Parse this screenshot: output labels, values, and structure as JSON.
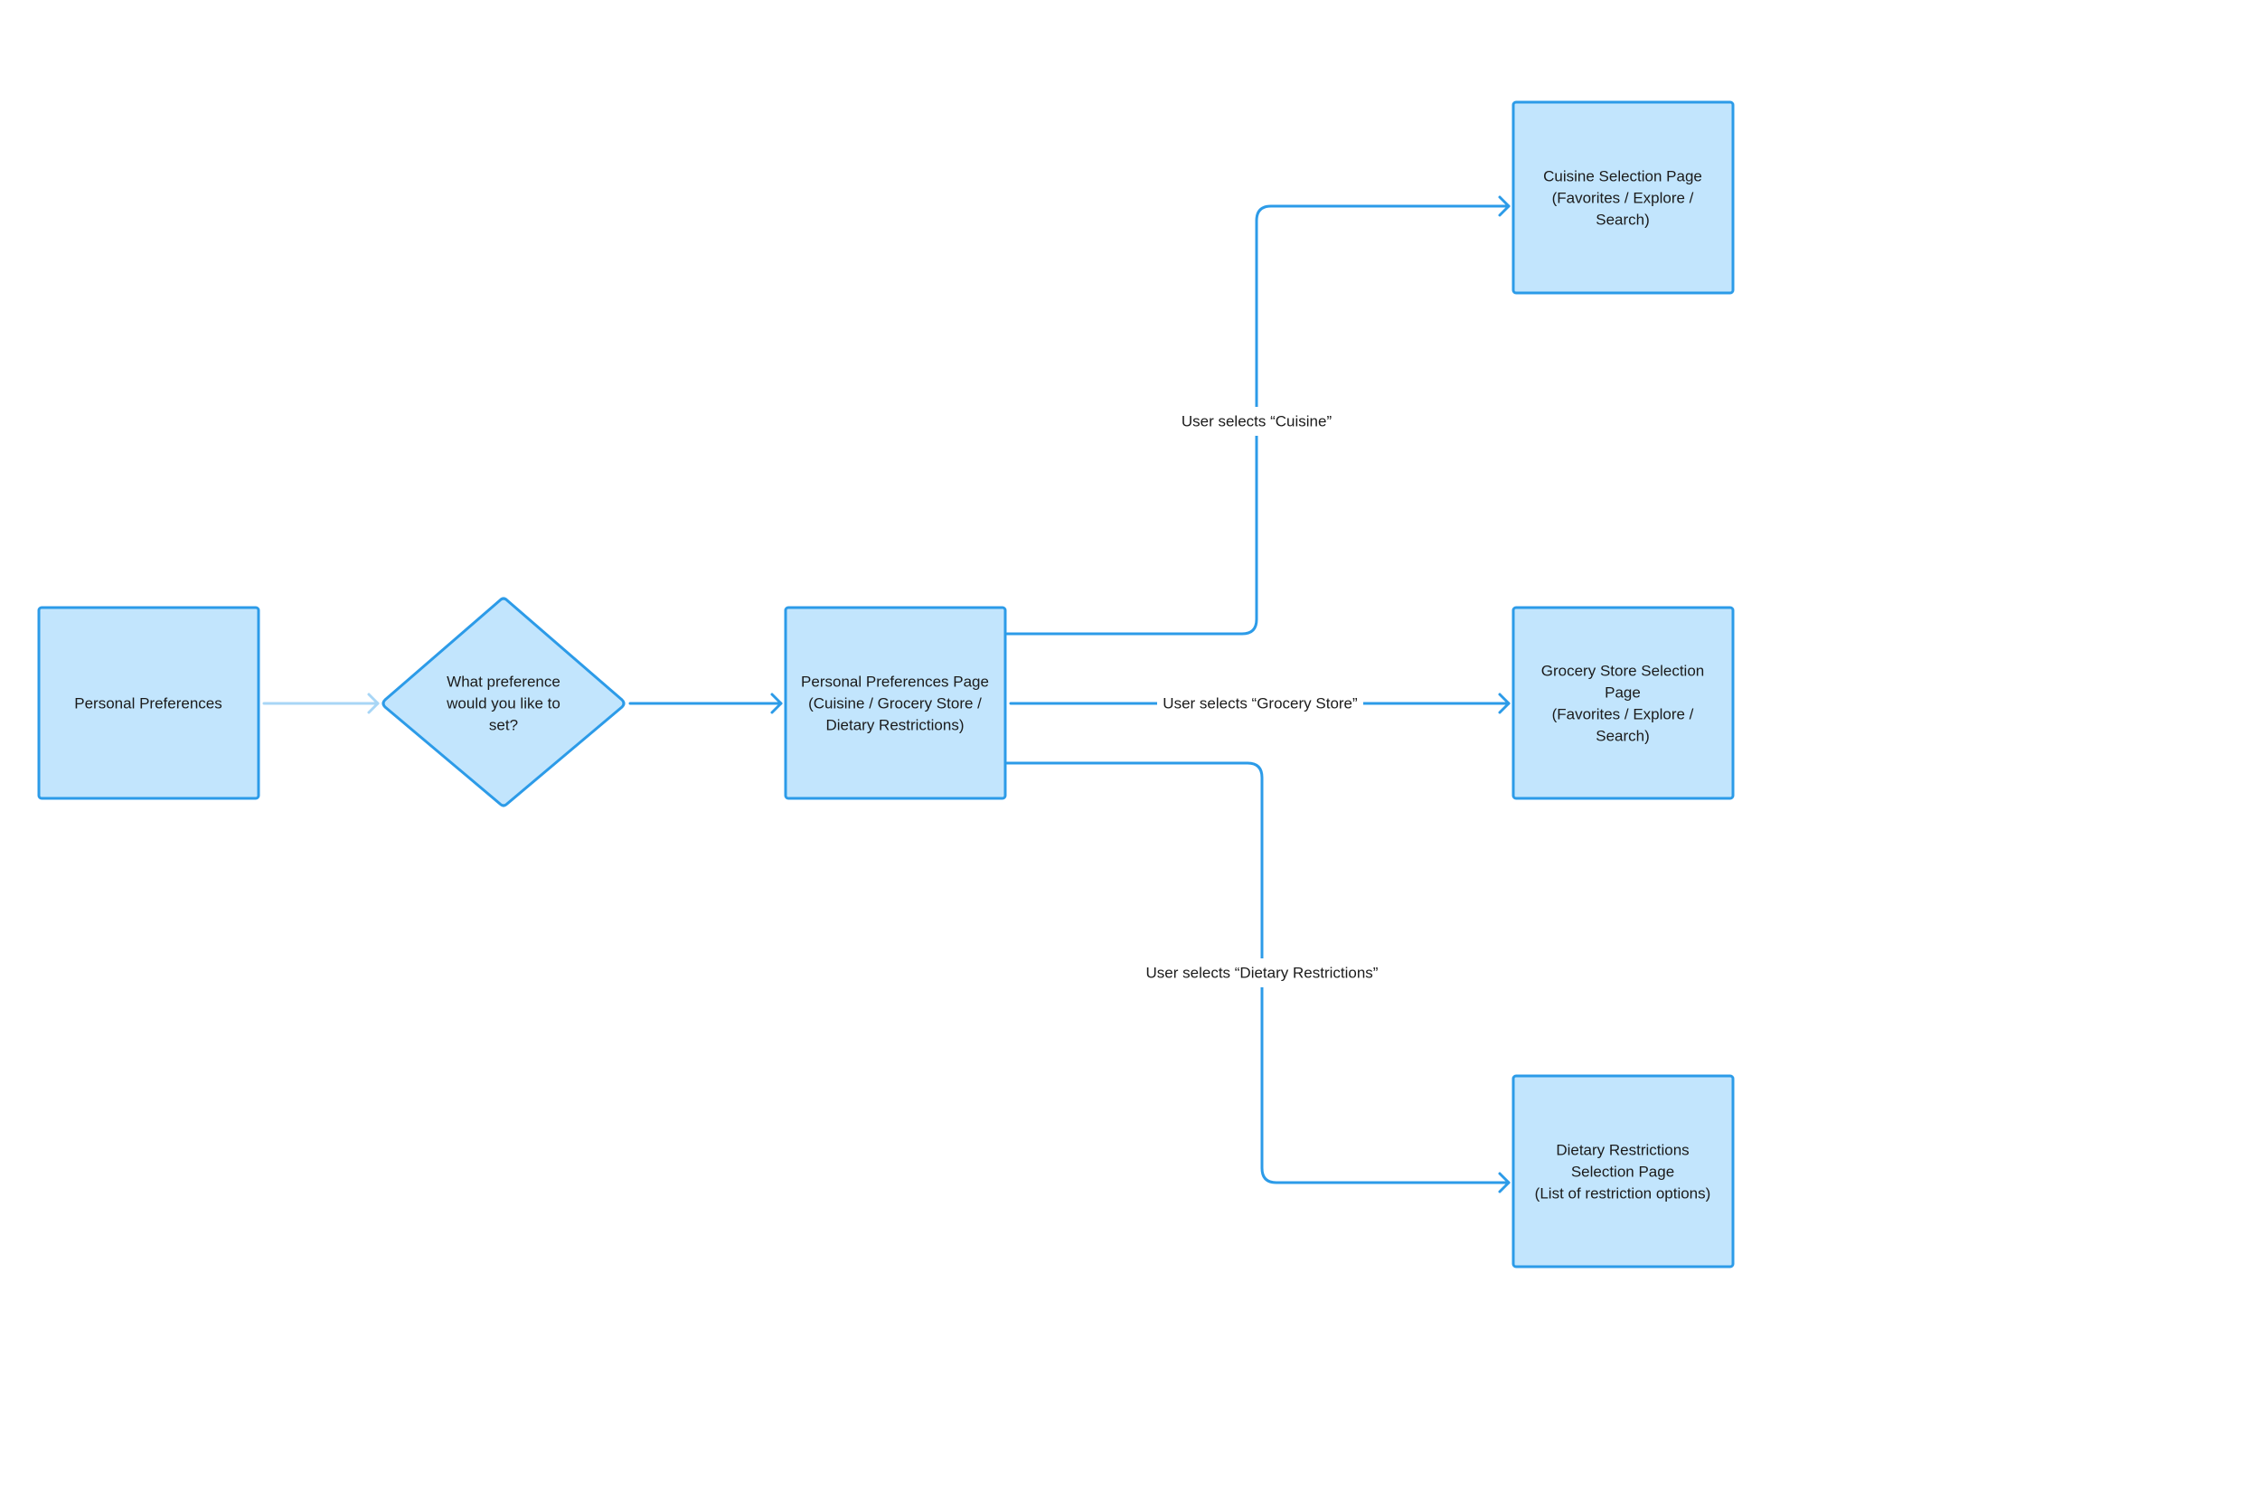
{
  "colors": {
    "node_fill": "#c2e5fd",
    "node_stroke": "#2c9be8",
    "edge": "#2c9be8",
    "edge_faint": "#a8d6f6",
    "text": "#1b1b1b",
    "background": "#ffffff"
  },
  "nodes": {
    "personal_preferences": {
      "shape": "rectangle",
      "lines": [
        "Personal Preferences"
      ]
    },
    "decision": {
      "shape": "diamond",
      "lines": [
        "What preference",
        "would you like to",
        "set?"
      ]
    },
    "preferences_page": {
      "shape": "rectangle",
      "lines": [
        "Personal Preferences Page",
        "(Cuisine / Grocery Store /",
        "Dietary Restrictions)"
      ]
    },
    "cuisine_page": {
      "shape": "rectangle",
      "lines": [
        "Cuisine Selection Page",
        "(Favorites / Explore /",
        "Search)"
      ]
    },
    "grocery_page": {
      "shape": "rectangle",
      "lines": [
        "Grocery Store Selection",
        "Page",
        "(Favorites / Explore /",
        "Search)"
      ]
    },
    "dietary_page": {
      "shape": "rectangle",
      "lines": [
        "Dietary Restrictions",
        "Selection Page",
        "(List of restriction options)"
      ]
    }
  },
  "edges": {
    "start_to_decision": {
      "from": "personal_preferences",
      "to": "decision",
      "label": ""
    },
    "decision_to_page": {
      "from": "decision",
      "to": "preferences_page",
      "label": ""
    },
    "page_to_cuisine": {
      "from": "preferences_page",
      "to": "cuisine_page",
      "label": "User selects “Cuisine”"
    },
    "page_to_grocery": {
      "from": "preferences_page",
      "to": "grocery_page",
      "label": "User selects “Grocery Store”"
    },
    "page_to_dietary": {
      "from": "preferences_page",
      "to": "dietary_page",
      "label": "User selects “Dietary Restrictions”"
    }
  }
}
